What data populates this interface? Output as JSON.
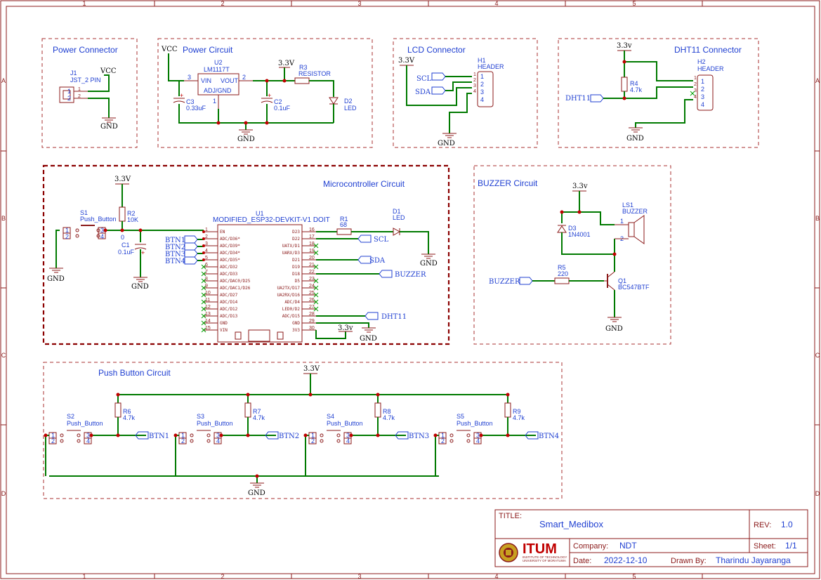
{
  "frame": {
    "cols": [
      "1",
      "2",
      "3",
      "4",
      "5"
    ],
    "rows": [
      "A",
      "B",
      "C",
      "D"
    ]
  },
  "sections": {
    "power_connector": "Power Connector",
    "power_circuit": "Power Circuit",
    "lcd_connector": "LCD Connector",
    "dht11_connector": "DHT11 Connector",
    "microcontroller": "Microcontroller Circuit",
    "buzzer": "BUZZER Circuit",
    "push_button": "Push Button Circuit"
  },
  "power_connector": {
    "ref": "J1",
    "name": "JST_2 PIN",
    "vcc": "VCC",
    "gnd": "GND"
  },
  "power_circuit": {
    "vcc": "VCC",
    "u_ref": "U2",
    "u_name": "LM1117T",
    "vin": "VIN",
    "vout": "VOUT",
    "adj": "ADJ/GND",
    "c3_ref": "C3",
    "c3_val": "0.33uF",
    "c2_ref": "C2",
    "c2_val": "0.1uF",
    "r3_ref": "R3",
    "r3_val": "RESISTOR",
    "d2_ref": "D2",
    "d2_val": "LED",
    "v33": "3.3V",
    "gnd": "GND"
  },
  "lcd": {
    "v33": "3.3V",
    "scl": "SCL",
    "sda": "SDA",
    "ref": "H1",
    "name": "HEADER",
    "gnd": "GND"
  },
  "dht": {
    "v33": "3.3v",
    "r_ref": "R4",
    "r_val": "4.7k",
    "net": "DHT11",
    "ref": "H2",
    "name": "HEADER",
    "gnd": "GND"
  },
  "mcu": {
    "v33": "3.3V",
    "s1_ref": "S1",
    "s1_val": "Push_Button",
    "r2_ref": "R2",
    "r2_val": "10K",
    "c1_ref": "C1",
    "c1_val": "0.1uF",
    "gnd": "GND",
    "u_ref": "U1",
    "u_name": "MODIFIED_ESP32-DEVKIT-V1 DOIT",
    "left_pins": [
      "EN",
      "ADC/D36*",
      "ADC/D39*",
      "ADC/D34*",
      "ADC/D35*",
      "ADC/D32",
      "ADC/D33",
      "ADC/DAC0/D25",
      "ADC/DAC1/D26",
      "ADC/D27",
      "ADC/D14",
      "ADC/D12",
      "ADC/D13",
      "GND",
      "VIN"
    ],
    "right_pins": [
      "D23",
      "D22",
      "UATX/D1",
      "UARX/D3",
      "D21",
      "D19",
      "D18",
      "D5",
      "UA2TX/D17",
      "UA2RX/D16",
      "ADC/D4",
      "LED0/D2",
      "ADC/D15",
      "GND",
      "3V3"
    ],
    "btn_nets": [
      "BTN1",
      "BTN2",
      "BTN3",
      "BTN4"
    ],
    "r1_ref": "R1",
    "r1_val": "68",
    "d1_ref": "D1",
    "d1_val": "LED",
    "scl": "SCL",
    "sda": "SDA",
    "buzzer": "BUZZER",
    "dht": "DHT11",
    "v33b": "3.3v",
    "gnd2": "GND",
    "gnd3": "GND"
  },
  "buzzer": {
    "v33": "3.3v",
    "d3_ref": "D3",
    "d3_val": "1N4001",
    "ls_ref": "LS1",
    "ls_val": "BUZZER",
    "net": "BUZZER",
    "r5_ref": "R5",
    "r5_val": "220",
    "q_ref": "Q1",
    "q_val": "BC547BTF",
    "gnd": "GND"
  },
  "push": {
    "v33": "3.3V",
    "gnd": "GND",
    "buttons": [
      {
        "s": "S2",
        "r": "R6",
        "rv": "4.7k",
        "net": "BTN1"
      },
      {
        "s": "S3",
        "r": "R7",
        "rv": "4.7k",
        "net": "BTN2"
      },
      {
        "s": "S4",
        "r": "R8",
        "rv": "4.7k",
        "net": "BTN3"
      },
      {
        "s": "S5",
        "r": "R9",
        "rv": "4.7k",
        "net": "BTN4"
      }
    ],
    "val": "Push_Button"
  },
  "title_block": {
    "title_label": "TITLE:",
    "title": "Smart_Medibox",
    "rev_label": "REV:",
    "rev": "1.0",
    "company_label": "Company:",
    "company": "NDT",
    "sheet_label": "Sheet:",
    "sheet": "1/1",
    "date_label": "Date:",
    "date": "2022-12-10",
    "drawn_label": "Drawn By:",
    "drawn": "Tharindu Jayaranga",
    "logo": "ITUM",
    "logo_sub1": "INSTITUTE OF TECHNOLOGY",
    "logo_sub2": "UNIVERSITY OF MORATUWA"
  },
  "colors": {
    "wire": "#007a00",
    "frame": "#8b1a1a",
    "text": "#1f3fd1",
    "junction": "#c00000"
  }
}
